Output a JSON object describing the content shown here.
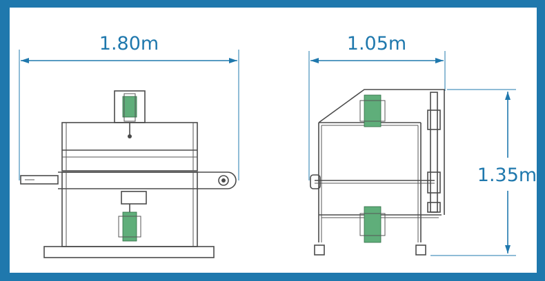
{
  "colors": {
    "frame": "#1f78ad",
    "accent": "#1f78ad",
    "drawing": "#4a4a4a",
    "component": "#5fae7a",
    "background": "#ffffff"
  },
  "dimensions": {
    "front_width": "1.80m",
    "side_width": "1.05m",
    "height": "1.35m"
  }
}
